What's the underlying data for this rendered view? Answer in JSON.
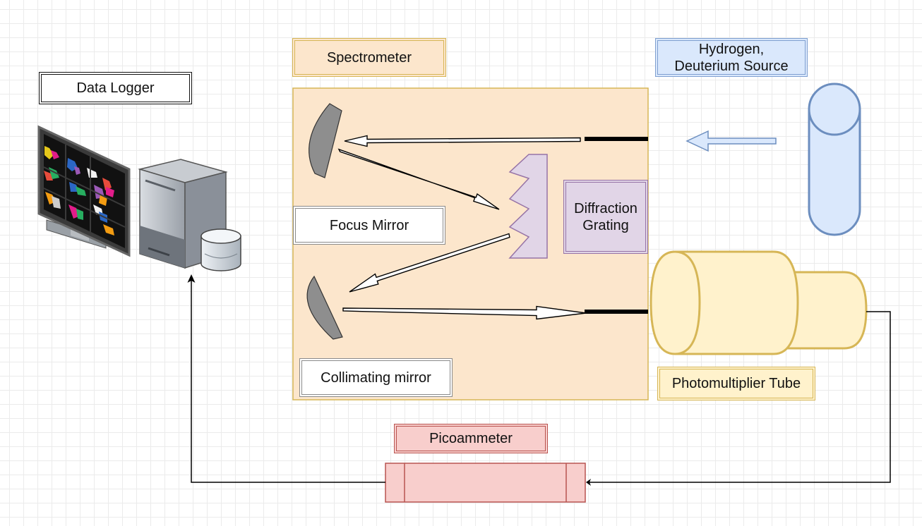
{
  "labels": {
    "data_logger": "Data Logger",
    "spectrometer": "Spectrometer",
    "source": [
      "Hydrogen,",
      "Deuterium Source"
    ],
    "grating": [
      "Diffraction",
      "Grating"
    ],
    "focus_mirror": "Focus Mirror",
    "collimating_mirror": "Collimating mirror",
    "photomultiplier": "Photomultiplier Tube",
    "picoammeter": "Picoammeter"
  },
  "colors": {
    "spectrometer_fill": "#fce6cc",
    "spectrometer_stroke": "#d6b656",
    "source_fill": "#dae8fc",
    "source_stroke": "#6c8ebf",
    "grating_fill": "#e1d5e7",
    "grating_stroke": "#9673a6",
    "pmt_fill": "#fff2cc",
    "pmt_stroke": "#d6b656",
    "picoammeter_fill": "#f8cecc",
    "picoammeter_stroke": "#b85450",
    "mirror_fill": "#8e8e8e"
  },
  "icons": {
    "monitor": "monitor-icon",
    "computer": "computer-tower-icon",
    "database": "database-icon"
  }
}
